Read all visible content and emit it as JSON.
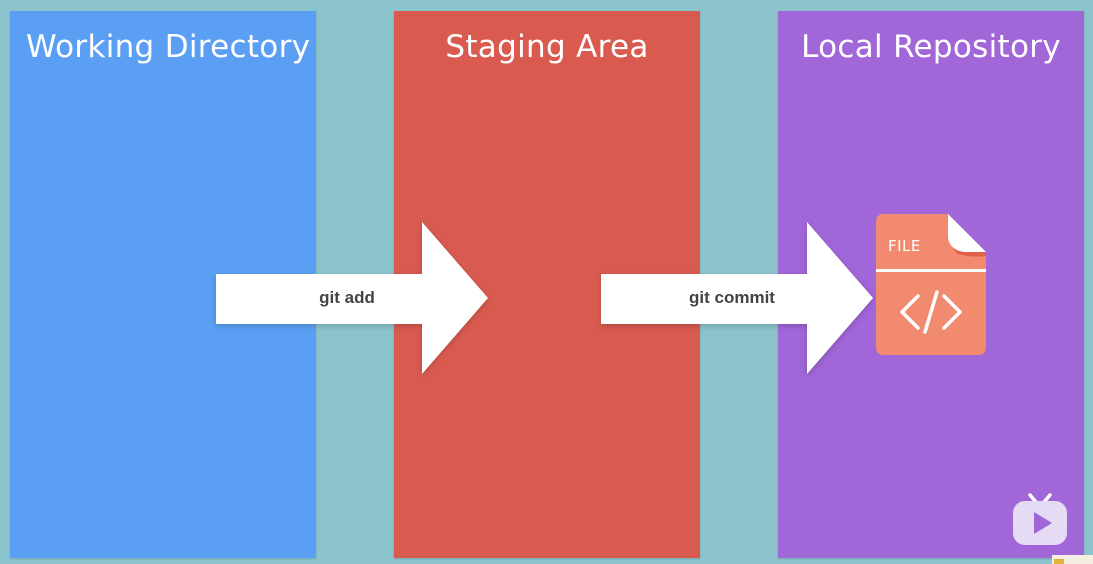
{
  "columns": [
    {
      "title": "Working Directory",
      "color": "#5a9ff3"
    },
    {
      "title": "Staging Area",
      "color": "#d95b50"
    },
    {
      "title": "Local Repository",
      "color": "#a166d8"
    }
  ],
  "arrows": {
    "add_label": "git add",
    "commit_label": "git commit"
  },
  "file": {
    "label": "FILE",
    "icon": "code-file-icon",
    "color": "#f28a70"
  },
  "logo": {
    "icon": "video-play-logo-icon"
  },
  "background": "#8bc4cc"
}
